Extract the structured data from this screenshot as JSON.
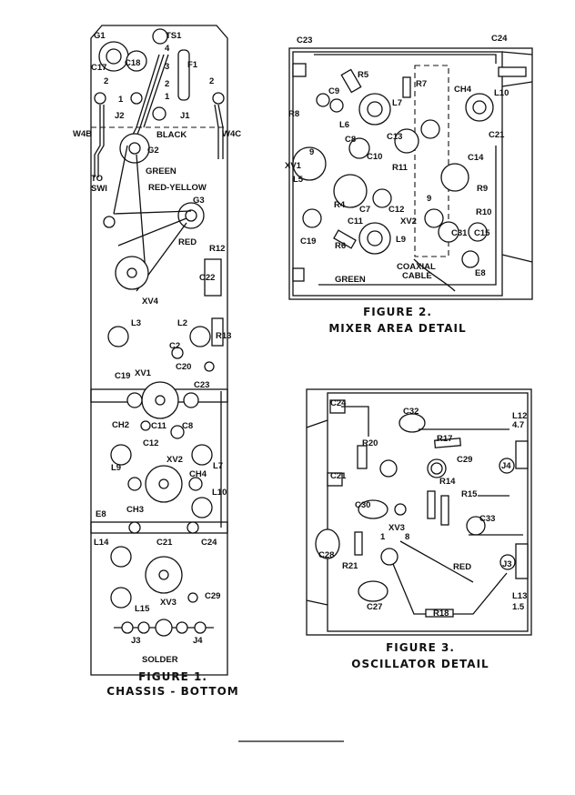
{
  "figure1": {
    "caption_line1": "FIGURE 1.",
    "caption_line2": "CHASSIS - BOTTOM",
    "labels": [
      "G1",
      "TS1",
      "C18",
      "4",
      "F1",
      "C17",
      "3",
      "2",
      "2",
      "2",
      "1",
      "1",
      "J2",
      "J1",
      "W4B",
      "BLACK",
      "W4C",
      "G2",
      "GREEN",
      "TO",
      "SWI",
      "RED-YELLOW",
      "G3",
      "RED",
      "R12",
      "C22",
      "XV4",
      "L3",
      "L2",
      "R13",
      "C2",
      "C20",
      "C19",
      "XV1",
      "C23",
      "CH2",
      "C11",
      "C8",
      "C12",
      "XV2",
      "L9",
      "L7",
      "CH4",
      "L10",
      "E8",
      "CH3",
      "L14",
      "C21",
      "C24",
      "XV3",
      "C29",
      "L15",
      "J3",
      "J4",
      "SOLDER"
    ]
  },
  "figure2": {
    "caption_line1": "FIGURE 2.",
    "caption_line2": "MIXER AREA DETAIL",
    "labels": [
      "C23",
      "C24",
      "R5",
      "R7",
      "CH4",
      "L10",
      "C9",
      "L7",
      "R8",
      "L6",
      "C13",
      "C21",
      "C8",
      "9",
      "C10",
      "R11",
      "C14",
      "XV1",
      "L5",
      "R9",
      "R4",
      "C7",
      "C12",
      "C11",
      "9",
      "XV2",
      "R10",
      "C31",
      "C15",
      "R6",
      "L9",
      "C19",
      "COAXIAL",
      "CABLE",
      "E8",
      "GREEN"
    ]
  },
  "figure3": {
    "caption_line1": "FIGURE 3.",
    "caption_line2": "OSCILLATOR DETAIL",
    "labels": [
      "C24",
      "C32",
      "L12",
      "4.7",
      "R17",
      "R20",
      "C29",
      "J4",
      "C21",
      "R14",
      "R15",
      "C30",
      "C33",
      "XV3",
      "1",
      "8",
      "C28",
      "J3",
      "R21",
      "RED",
      "L13",
      "1.5",
      "C27",
      "R18"
    ]
  }
}
